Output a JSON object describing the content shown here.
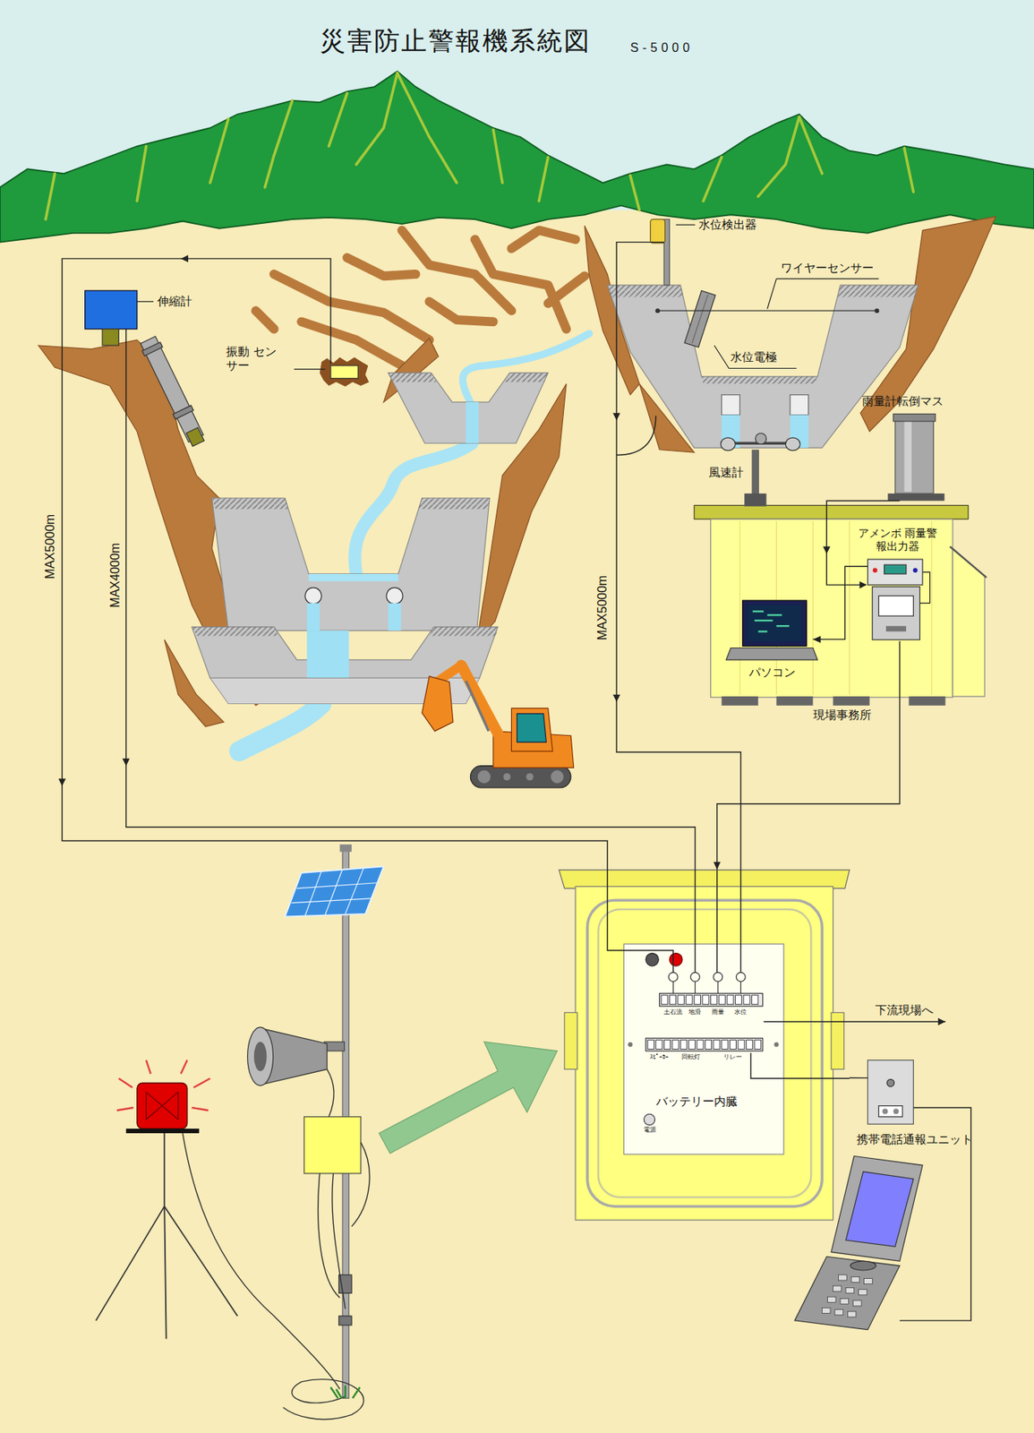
{
  "diagram": {
    "title": "災害防止警報機系統図",
    "nodes": [
      {
        "text": [
          "現場事務所"
        ]
      },
      {
        "text": [
          "アメンボ 雨量警報出力器"
        ],
        "in": 0
      },
      {
        "text": [
          "パソコン"
        ],
        "in": 0
      },
      {
        "text": [
          "バッテリー内臓"
        ]
      },
      {
        "text": [
          "携帯電話通報ユニット"
        ]
      }
    ],
    "edges": [
      {
        "from": 1,
        "to": 3,
        "arrow": "to"
      },
      {
        "from": 1,
        "to": 2,
        "arrow": "to"
      },
      {
        "from": 3,
        "to": 4,
        "arrow": "none"
      }
    ],
    "labels": [
      "S-5000",
      "伸縮計",
      "振動 センサー",
      "水位検出器",
      "ワイヤーセンサー",
      "水位電極",
      "雨量計転倒マス",
      "風速計",
      "MAX5000m",
      "MAX4000m",
      "MAX5000m",
      "下流現場へ",
      "土石流",
      "地滑",
      "雨量",
      "水位",
      "ｽﾋﾟｰｶｰ",
      "回転灯",
      "リレー",
      "電源"
    ]
  }
}
